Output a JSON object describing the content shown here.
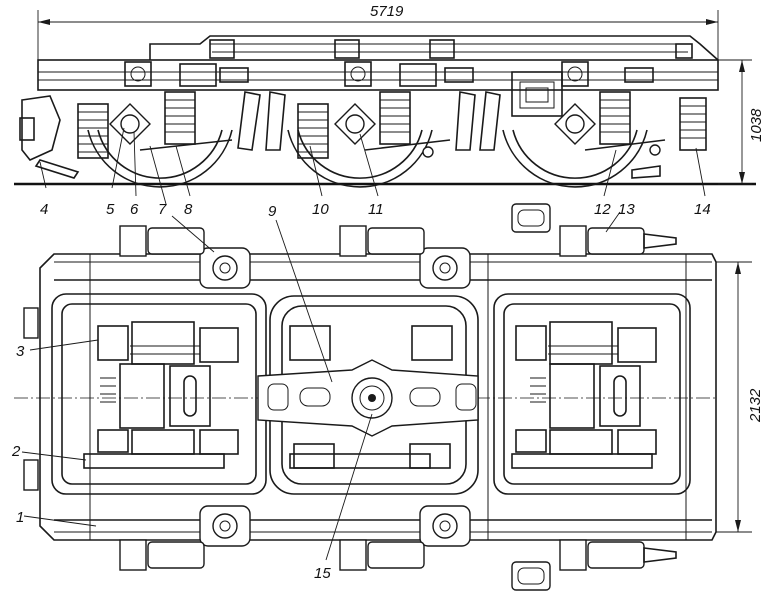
{
  "dimensions": {
    "length": "5719",
    "height": "1038",
    "width": "2132"
  },
  "callouts": [
    "1",
    "2",
    "3",
    "4",
    "5",
    "6",
    "7",
    "8",
    "9",
    "10",
    "11",
    "12",
    "13",
    "14",
    "15"
  ]
}
